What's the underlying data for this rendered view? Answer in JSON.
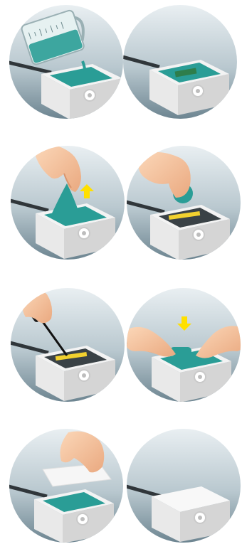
{
  "diagram": {
    "title": "",
    "steps": [
      {
        "id": 1,
        "icon": "pour-potting-compound-icon"
      },
      {
        "id": 2,
        "icon": "potted-board-in-enclosure-icon"
      },
      {
        "id": 3,
        "icon": "lift-cable-seal-icon"
      },
      {
        "id": 4,
        "icon": "hold-cable-seal-icon"
      },
      {
        "id": 5,
        "icon": "tighten-terminal-screwdriver-icon"
      },
      {
        "id": 6,
        "icon": "press-seal-down-icon"
      },
      {
        "id": 7,
        "icon": "place-lid-icon"
      },
      {
        "id": 8,
        "icon": "closed-enclosure-icon"
      }
    ]
  },
  "colors": {
    "circle_top": "#e8eef1",
    "circle_bottom": "#6f8794",
    "box_front": "#e9e9e9",
    "box_side": "#d0d0d0",
    "box_top": "#f3f3f3",
    "compound": "#2a9d96",
    "skin": "#f5c9a6",
    "skin_shade": "#e6a882",
    "arrow": "#ffe000",
    "cable": "#30363a"
  }
}
